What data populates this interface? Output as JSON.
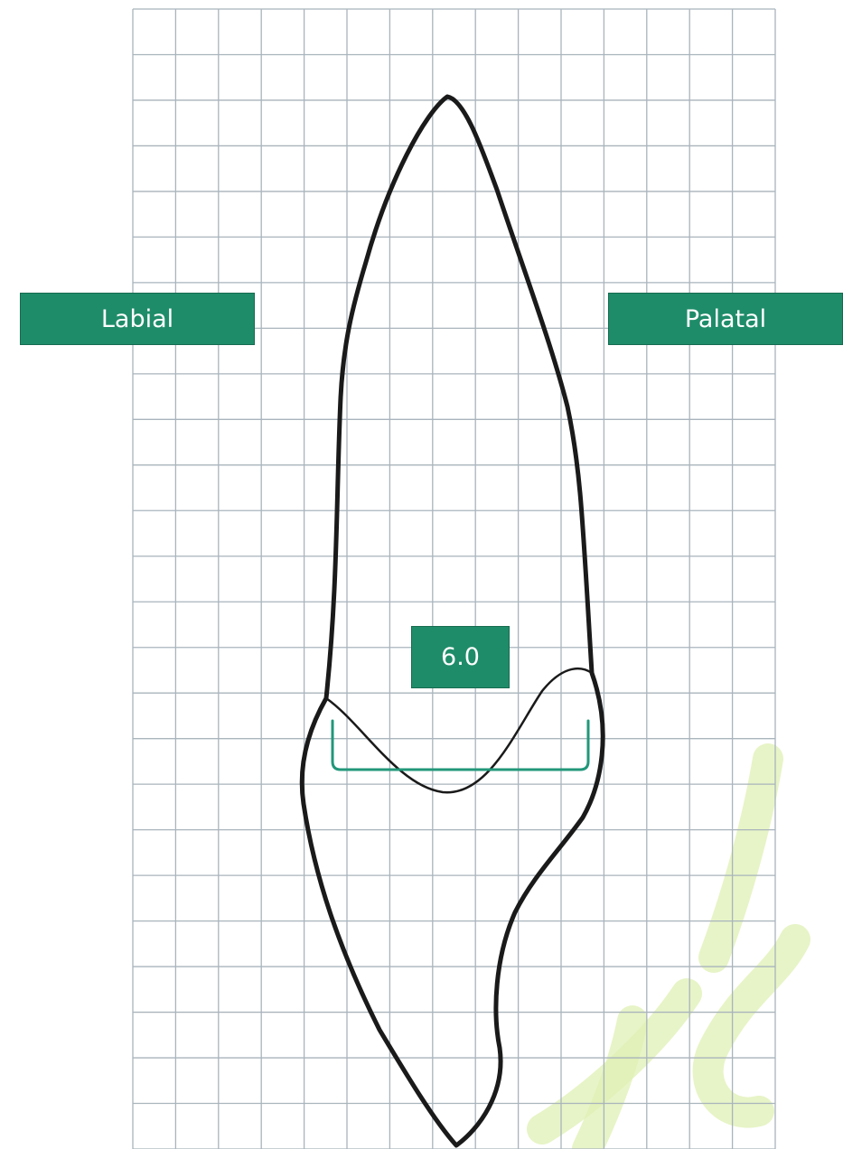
{
  "labels": {
    "left_side": "Labial",
    "right_side": "Palatal",
    "measurement": "6.0"
  },
  "grid": {
    "columns": 15,
    "rows": 25,
    "line_color": "#a9b4bc"
  },
  "colors": {
    "label_fill": "#1f8c69",
    "label_text": "#ffffff",
    "measure_bracket": "#22977a",
    "outline": "#1a1a1a",
    "watermark": "#dff0b4"
  }
}
